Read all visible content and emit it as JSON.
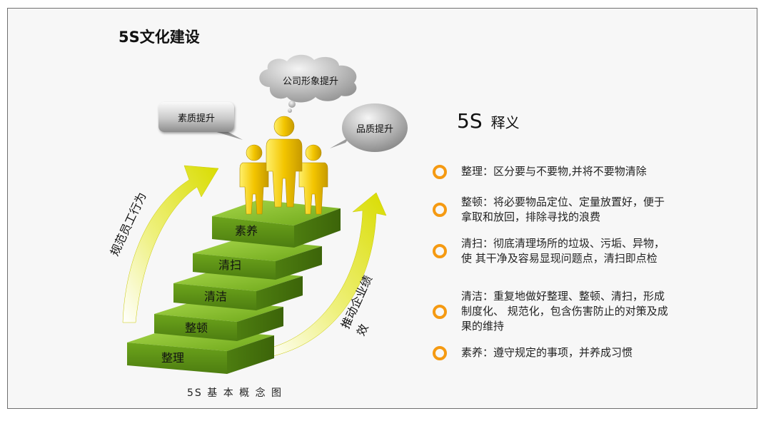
{
  "title": "5S文化建设",
  "caption": "5S 基 本 概 念 图",
  "stairs": [
    "整理",
    "整顿",
    "清洁",
    "清扫",
    "素养"
  ],
  "bubbles": {
    "left": "素质提升",
    "top": "公司形象提升",
    "right": "品质提升"
  },
  "arrows": {
    "left_text": "规范员工行为",
    "right_text": "推动企业绩效"
  },
  "definition": {
    "heading": "5S",
    "subheading": "释义",
    "items": [
      "整理：区分要与不要物,并将不要物清除",
      "整顿：将必要物品定位、定量放置好，便于拿取和放回，排除寻找的浪费",
      "清扫：彻底清理场所的垃圾、污垢、异物，使 其干净及容易显现问题点，清扫即点检",
      "清洁：重复地做好整理、整顿、清扫，形成制度化、 规范化，包含伤害防止的对策及成果的维持",
      "素养：遵守规定的事项，并养成习惯"
    ]
  },
  "colors": {
    "bullet": "#f59a12",
    "stairs": "#78b41e",
    "people": "#f3c500",
    "arrow": "#e4e600"
  }
}
